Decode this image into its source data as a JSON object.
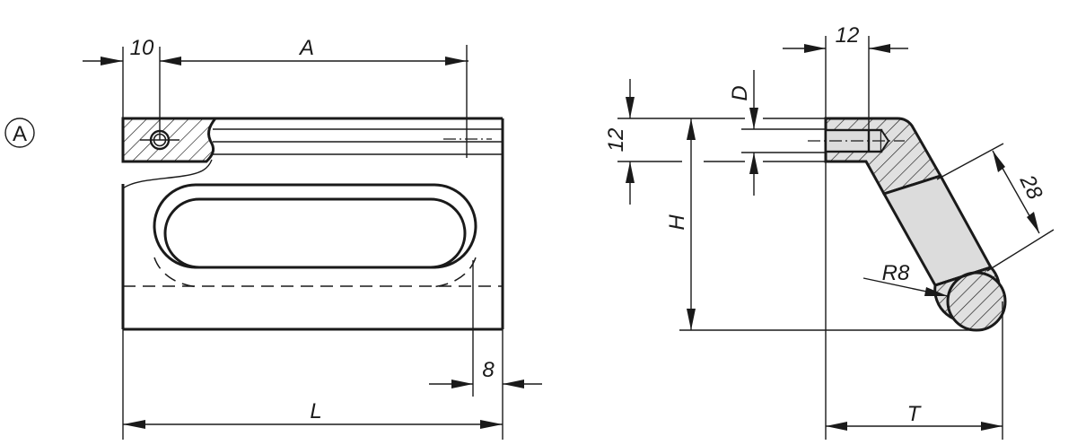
{
  "drawing": {
    "type": "technical-drawing",
    "subject": "handle with sectional views",
    "colors": {
      "line": "#1a1a1a",
      "background": "#ffffff",
      "section_fill": "#e0e0e0",
      "grip_fill": "#dcdcdc"
    }
  },
  "front_view": {
    "marker": "A",
    "dimensions": {
      "hole_offset": "10",
      "hole_spacing": "A",
      "end_offset": "8",
      "length": "L"
    }
  },
  "side_view": {
    "dimensions": {
      "top_width": "12",
      "flange_height": "12",
      "thread": "D",
      "height": "H",
      "grip_width": "28",
      "radius": "R8",
      "depth": "T"
    }
  }
}
